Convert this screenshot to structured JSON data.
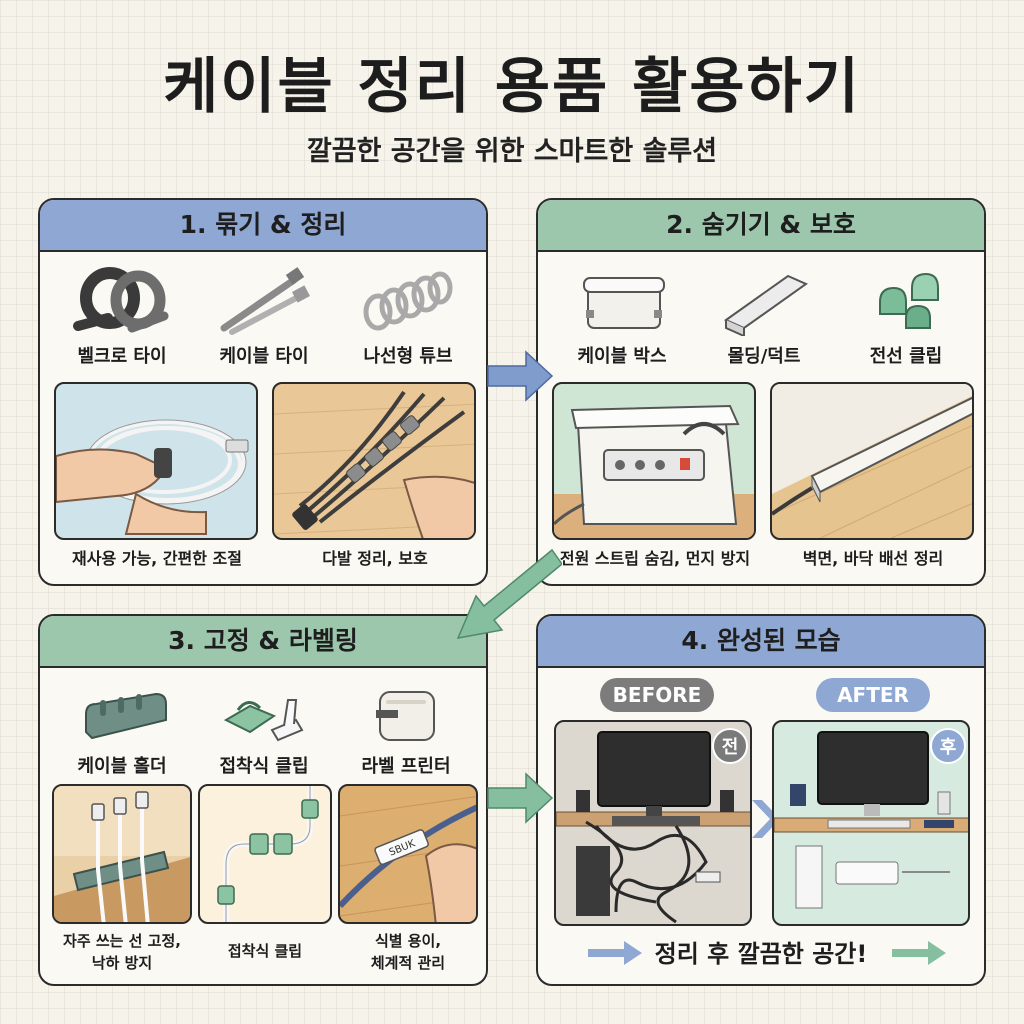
{
  "header": {
    "title": "케이블 정리 용품 활용하기",
    "subtitle": "깔끔한 공간을 위한 스마트한 솔루션"
  },
  "panels": [
    {
      "heading": "1. 묶기 & 정리",
      "products": [
        "벨크로 타이",
        "케이블 타이",
        "나선형 튜브"
      ],
      "captions": [
        "재사용 가능, 간편한 조절",
        "다발 정리, 보호"
      ]
    },
    {
      "heading": "2. 숨기기 & 보호",
      "products": [
        "케이블 박스",
        "몰딩/덕트",
        "전선 클립"
      ],
      "captions": [
        "전원 스트립 숨김, 먼지 방지",
        "벽면, 바닥 배선 정리"
      ]
    },
    {
      "heading": "3. 고정 & 라벨링",
      "products": [
        "케이블 홀더",
        "접착식 클립",
        "라벨 프린터"
      ],
      "captions": [
        "자주 쓰는 선 고정,",
        "낙하 방지",
        "접착식 클립",
        "식별 용이,",
        "체계적 관리"
      ],
      "label_text": "SBUK"
    },
    {
      "heading": "4. 완성된 모습",
      "before": "BEFORE",
      "after": "AFTER",
      "before_badge": "전",
      "after_badge": "후",
      "message": "정리 후 깔끔한 공간!"
    }
  ],
  "colors": {
    "blue_header": "#8fa7d3",
    "green_header": "#9cc7ad",
    "arrow_blue": "#7f9ccc",
    "arrow_green": "#86bfa0"
  }
}
